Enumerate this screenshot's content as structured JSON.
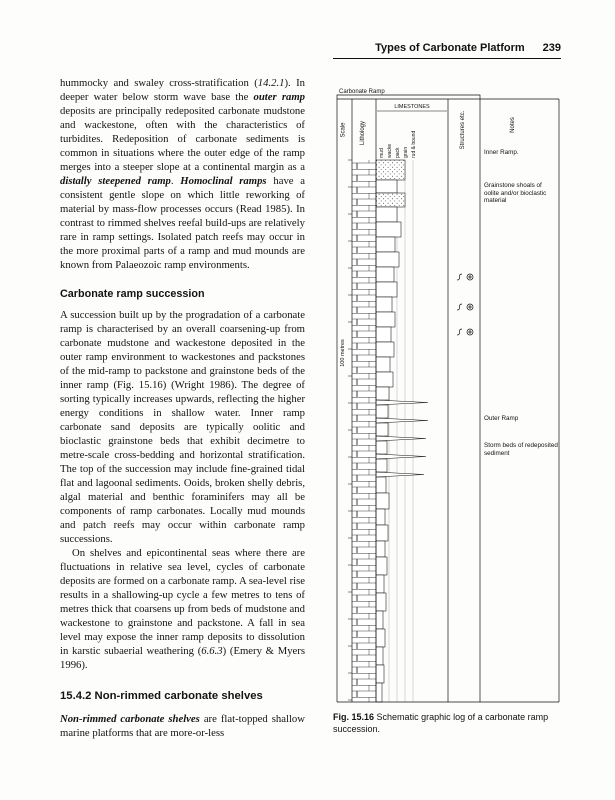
{
  "header": {
    "title": "Types of Carbonate Platform",
    "page_number": "239"
  },
  "body": {
    "para1": {
      "seg0": "hummocky and swaley cross-stratification (",
      "seg1": "14.2.1",
      "seg2": "). In deeper water below storm wave base the ",
      "seg3": "outer ramp",
      "seg4": " deposits are principally redeposited carbonate mudstone and wackestone, often with the characteristics of turbidites. Redeposition of carbonate sediments is common in situations where the outer edge of the ramp merges into a steeper slope at a continental margin as a ",
      "seg5": "distally steepened ramp",
      "seg6": ". ",
      "seg7": "Homoclinal ramps",
      "seg8": " have a consistent gentle slope on which little reworking of material by mass-flow processes occurs (Read 1985). In contrast to rimmed shelves reefal build-ups are relatively rare in ramp settings. Isolated patch reefs may occur in the more proximal parts of a ramp and mud mounds are known from Palaeozoic ramp environments."
    },
    "heading1": "Carbonate ramp succession",
    "para2": "A succession built up by the progradation of a carbonate ramp is characterised by an overall coarsening-up from carbonate mudstone and wackestone deposited in the outer ramp environment to wackestones and packstones of the mid-ramp to packstone and grainstone beds of the inner ramp (Fig. 15.16) (Wright 1986). The degree of sorting typically increases upwards, reflecting the higher energy conditions in shallow water. Inner ramp carbonate sand deposits are typically oolitic and bioclastic grainstone beds that exhibit decimetre to metre-scale cross-bedding and horizontal stratification. The top of the succession may include fine-grained tidal flat and lagoonal sediments. Ooids, broken shelly debris, algal material and benthic foraminifers may all be components of ramp carbonates. Locally mud mounds and patch reefs may occur within carbonate ramp successions.",
    "para3": {
      "seg0": "On shelves and epicontinental seas where there are fluctuations in relative sea level, cycles of carbonate deposits are formed on a carbonate ramp. A sea-level rise results in a shallowing-up cycle a few metres to tens of metres thick that coarsens up from beds of mudstone and wackestone to grainstone and packstone. A fall in sea level may expose the inner ramp deposits to dissolution in karstic subaerial weathering (",
      "seg1": "6.6.3",
      "seg2": ") (Emery & Myers 1996)."
    },
    "heading2": "15.4.2 Non-rimmed carbonate shelves",
    "para4": {
      "seg0": "Non-rimmed carbonate shelves",
      "seg1": " are flat-topped shallow marine platforms that are more-or-less"
    }
  },
  "figure": {
    "bracket_label": "Carbonate Ramp",
    "columns": {
      "scale": "Scale",
      "lithology": "Lithology",
      "limestones": "LIMESTONES",
      "grain_sizes": [
        "mud",
        "wacke",
        "pack",
        "grain",
        "rud & bound"
      ],
      "structures": "Structures etc.",
      "notes": "Notes"
    },
    "scale_label": "100 metres",
    "annotations": {
      "inner_ramp": "Inner Ramp.",
      "grainstone": "Grainstone shoals of oolite and/or bioclastic material",
      "outer_ramp": "Outer Ramp",
      "storm_beds": "Storm beds of redeposited sediment"
    },
    "log": {
      "beds": [
        [
          75,
          95,
          72,
          1
        ],
        [
          95,
          108,
          64,
          0
        ],
        [
          108,
          122,
          72,
          1
        ],
        [
          122,
          137,
          64,
          0
        ],
        [
          137,
          152,
          68,
          0
        ],
        [
          152,
          167,
          62,
          0
        ],
        [
          167,
          182,
          66,
          0
        ],
        [
          182,
          197,
          61,
          0
        ],
        [
          197,
          212,
          64,
          0
        ],
        [
          212,
          227,
          59,
          0
        ],
        [
          227,
          242,
          62,
          0
        ],
        [
          242,
          257,
          58,
          0
        ],
        [
          257,
          272,
          61,
          0
        ],
        [
          272,
          287,
          57,
          0
        ],
        [
          287,
          302,
          60,
          0
        ],
        [
          302,
          315,
          56,
          0
        ],
        [
          320,
          333,
          55,
          0
        ],
        [
          338,
          351,
          55,
          0
        ],
        [
          356,
          369,
          54,
          0
        ],
        [
          374,
          387,
          54,
          0
        ],
        [
          392,
          408,
          53,
          0
        ],
        [
          408,
          424,
          56,
          0
        ],
        [
          424,
          440,
          52,
          0
        ],
        [
          440,
          456,
          55,
          0
        ],
        [
          456,
          472,
          52,
          0
        ],
        [
          472,
          490,
          54,
          0
        ],
        [
          490,
          508,
          51,
          0
        ],
        [
          508,
          526,
          53,
          0
        ],
        [
          526,
          544,
          50,
          0
        ],
        [
          544,
          562,
          52,
          0
        ],
        [
          562,
          580,
          50,
          0
        ],
        [
          580,
          598,
          51,
          0
        ],
        [
          598,
          617,
          49,
          0
        ]
      ],
      "spikes": [
        [
          315,
          320,
          95
        ],
        [
          333,
          338,
          95
        ],
        [
          351,
          356,
          93
        ],
        [
          369,
          374,
          93
        ],
        [
          387,
          392,
          91
        ]
      ]
    },
    "caption": {
      "label": "Fig. 15.16",
      "text": "Schematic graphic log of a carbonate ramp succession."
    }
  }
}
